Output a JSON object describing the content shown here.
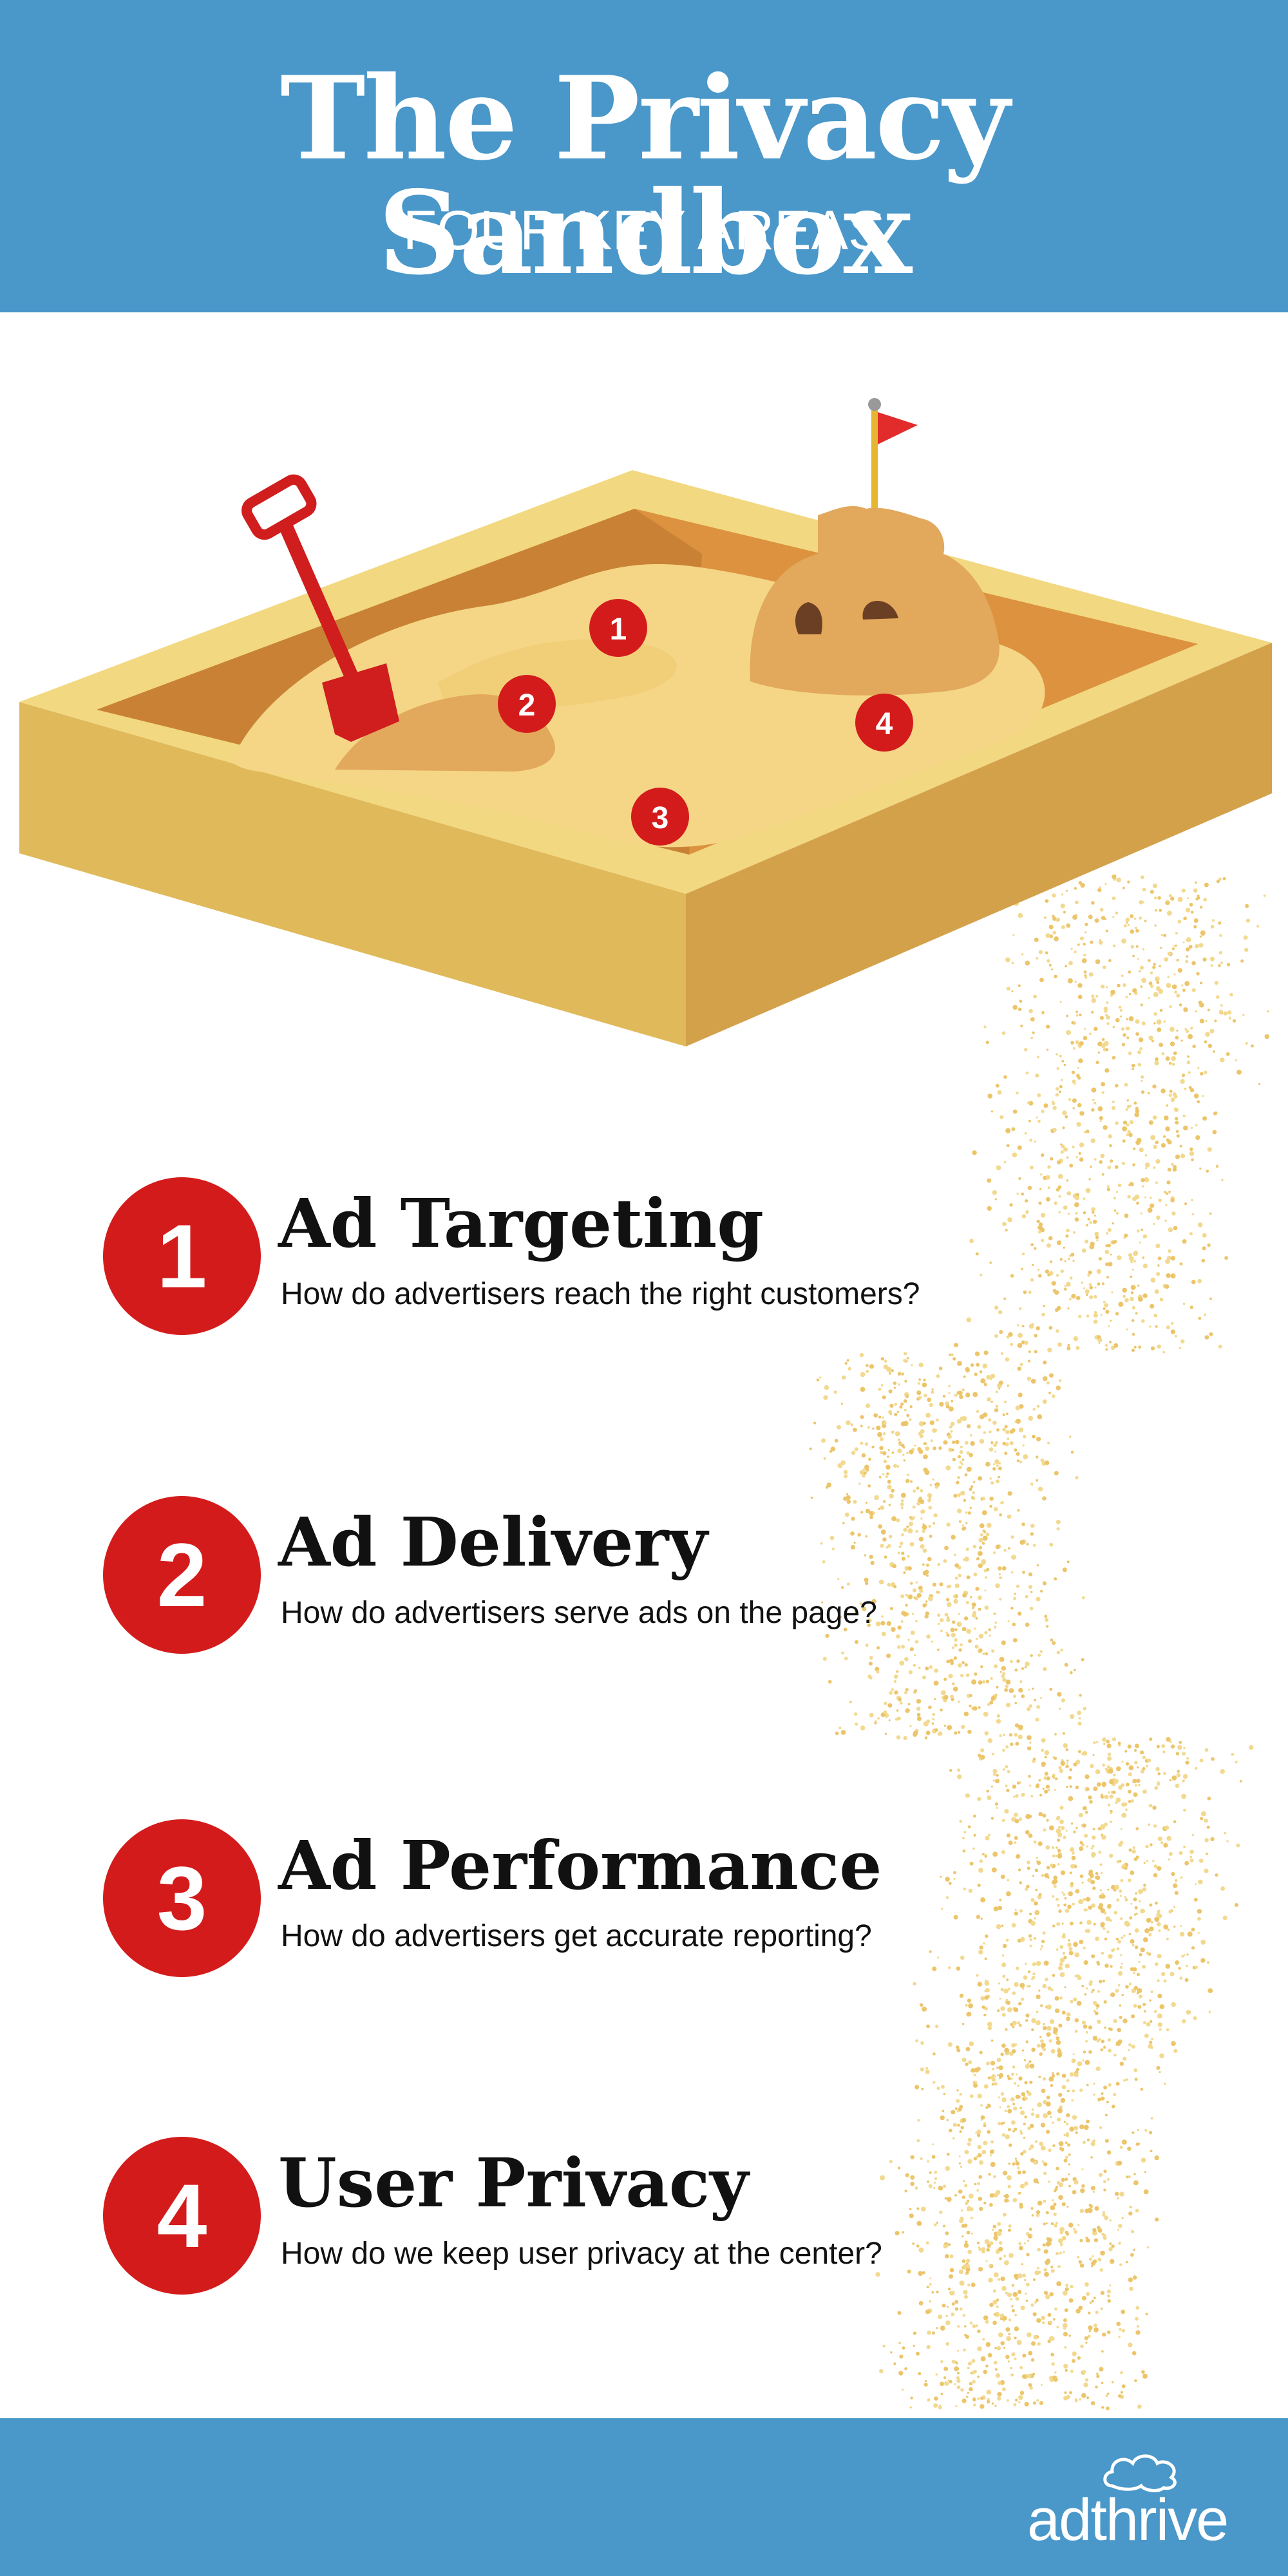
{
  "header": {
    "title": "The Privacy Sandbox",
    "subtitle": "FOUR KEY AREAS"
  },
  "illustration": {
    "markers": [
      "1",
      "2",
      "3",
      "4"
    ],
    "colors": {
      "marker": "#d41b1b",
      "sand": "#f4d686",
      "box": "#e2b85a",
      "box_inner": "#c98235"
    }
  },
  "items": [
    {
      "number": "1",
      "title": "Ad Targeting",
      "description": "How do advertisers reach the right customers?"
    },
    {
      "number": "2",
      "title": "Ad Delivery",
      "description": "How do advertisers serve ads on the page?"
    },
    {
      "number": "3",
      "title": "Ad Performance",
      "description": "How do advertisers get accurate reporting?"
    },
    {
      "number": "4",
      "title": "User Privacy",
      "description": "How do we keep user privacy at the center?"
    }
  ],
  "footer": {
    "logo_text": "adthrive",
    "logo_icon": "tree-icon"
  },
  "colors": {
    "header_bg": "#4a97c9",
    "accent_red": "#d41b1b",
    "text": "#111111"
  }
}
